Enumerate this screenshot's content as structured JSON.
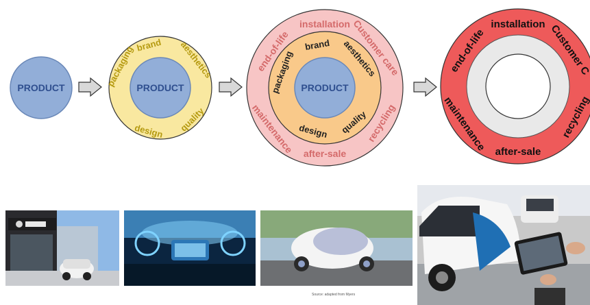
{
  "stages": [
    {
      "center_label": "PRODUCT",
      "rings": []
    },
    {
      "center_label": "PRODUCT",
      "rings": [
        {
          "words": [
            "brand",
            "aesthetics",
            "quality",
            "design",
            "packaging"
          ]
        }
      ]
    },
    {
      "center_label": "PRODUCT",
      "rings": [
        {
          "words": [
            "brand",
            "aesthetics",
            "quality",
            "design",
            "packaging"
          ]
        },
        {
          "words": [
            "installation",
            "Customer care",
            "recycling",
            "after-sale",
            "maintenance",
            "end-of-life"
          ]
        }
      ]
    },
    {
      "center_label": "",
      "rings": [
        {
          "words": [
            "installation",
            "Customer C",
            "recycling",
            "after-sale",
            "maintenance",
            "end-of-life"
          ]
        }
      ]
    }
  ],
  "source_caption": "Source: adapted from Myers",
  "colors": {
    "product_fill": "#92aed8",
    "product_stroke": "#6a88b8",
    "product_text": "#2f4f8f",
    "ring1_yellow": "#f9e8a0",
    "ring1_text": "#b59a10",
    "ring1_orange": "#f9c98a",
    "ring2_pink": "#f7c5c5",
    "ring2_text": "#d46a6a",
    "ring3_red": "#ee5a5a",
    "stroke_dark": "#333333",
    "arrow_fill": "#d8d8d8"
  }
}
